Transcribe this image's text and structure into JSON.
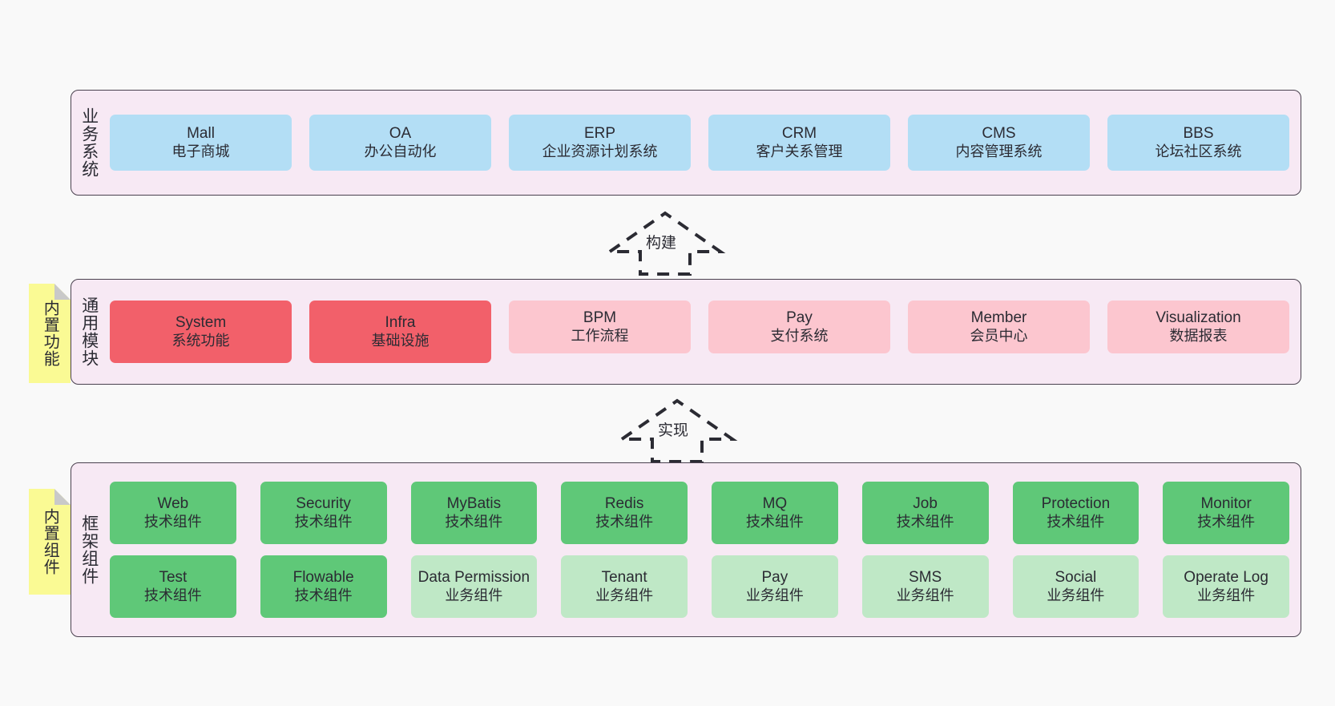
{
  "diagram": {
    "background_color": "#f9f9f9",
    "panel_color": "#f7e9f4",
    "panel_border_color": "#4a414f",
    "sticky_color": "#fafa94"
  },
  "layers": [
    {
      "id": "business-system",
      "title": "业务系统",
      "sticky": null,
      "rows": [
        {
          "style": "blue",
          "color": "#b3def5",
          "cards": [
            {
              "name": "Mall",
              "desc": "电子商城"
            },
            {
              "name": "OA",
              "desc": "办公自动化"
            },
            {
              "name": "ERP",
              "desc": "企业资源计划系统"
            },
            {
              "name": "CRM",
              "desc": "客户关系管理"
            },
            {
              "name": "CMS",
              "desc": "内容管理系统"
            },
            {
              "name": "BBS",
              "desc": "论坛社区系统"
            }
          ]
        }
      ]
    },
    {
      "id": "common-module",
      "title": "通用模块",
      "sticky": "内置功能",
      "rows": [
        {
          "style": "mixed-red",
          "cards": [
            {
              "name": "System",
              "desc": "系统功能",
              "color": "#f2606a"
            },
            {
              "name": "Infra",
              "desc": "基础设施",
              "color": "#f2606a"
            },
            {
              "name": "BPM",
              "desc": "工作流程",
              "color": "#fcc6cf"
            },
            {
              "name": "Pay",
              "desc": "支付系统",
              "color": "#fcc6cf"
            },
            {
              "name": "Member",
              "desc": "会员中心",
              "color": "#fcc6cf"
            },
            {
              "name": "Visualization",
              "desc": "数据报表",
              "color": "#fcc6cf"
            }
          ]
        }
      ]
    },
    {
      "id": "framework-component",
      "title": "框架组件",
      "sticky": "内置组件",
      "rows": [
        {
          "style": "green",
          "cards": [
            {
              "name": "Web",
              "desc": "技术组件",
              "color": "#5fc878"
            },
            {
              "name": "Security",
              "desc": "技术组件",
              "color": "#5fc878"
            },
            {
              "name": "MyBatis",
              "desc": "技术组件",
              "color": "#5fc878"
            },
            {
              "name": "Redis",
              "desc": "技术组件",
              "color": "#5fc878"
            },
            {
              "name": "MQ",
              "desc": "技术组件",
              "color": "#5fc878"
            },
            {
              "name": "Job",
              "desc": "技术组件",
              "color": "#5fc878"
            },
            {
              "name": "Protection",
              "desc": "技术组件",
              "color": "#5fc878"
            },
            {
              "name": "Monitor",
              "desc": "技术组件",
              "color": "#5fc878"
            }
          ]
        },
        {
          "style": "green-light",
          "cards": [
            {
              "name": "Test",
              "desc": "技术组件",
              "color": "#5fc878"
            },
            {
              "name": "Flowable",
              "desc": "技术组件",
              "color": "#5fc878"
            },
            {
              "name": "Data Permission",
              "desc": "业务组件",
              "color": "#bfe8c6"
            },
            {
              "name": "Tenant",
              "desc": "业务组件",
              "color": "#bfe8c6"
            },
            {
              "name": "Pay",
              "desc": "业务组件",
              "color": "#bfe8c6"
            },
            {
              "name": "SMS",
              "desc": "业务组件",
              "color": "#bfe8c6"
            },
            {
              "name": "Social",
              "desc": "业务组件",
              "color": "#bfe8c6"
            },
            {
              "name": "Operate Log",
              "desc": "业务组件",
              "color": "#bfe8c6"
            }
          ]
        }
      ]
    }
  ],
  "connectors": [
    {
      "id": "build",
      "label": "构建",
      "direction": "up",
      "style": "dashed-hollow-arrow"
    },
    {
      "id": "implement",
      "label": "实现",
      "direction": "up",
      "style": "dashed-hollow-arrow"
    }
  ]
}
